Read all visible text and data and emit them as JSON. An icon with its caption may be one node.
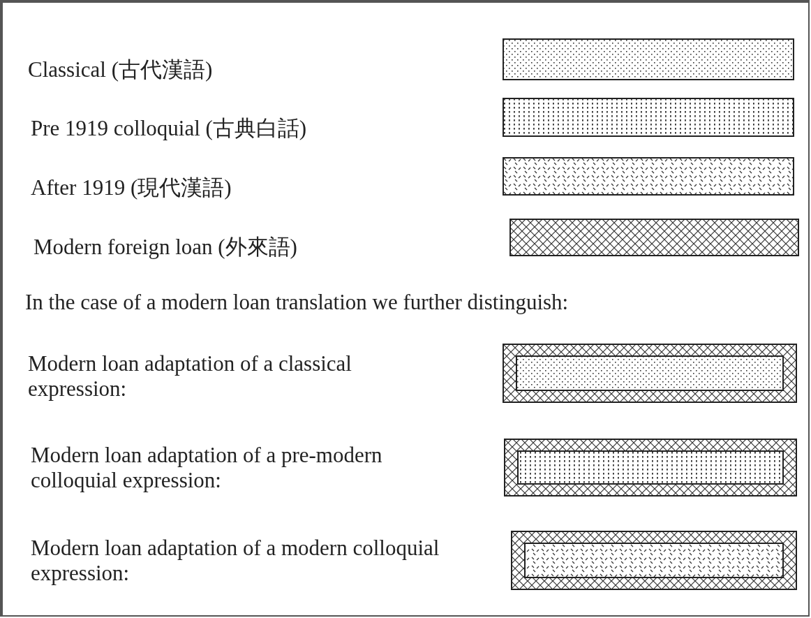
{
  "diagram": {
    "labels": [
      "In the case of a modern loan translation we further distinguish:"
    ],
    "legend": [
      {
        "text": "Classical (古代漢語)"
      },
      {
        "text": "Pre 1919 colloquial (古典白話)"
      },
      {
        "text": "After 1919 (現代漢語)"
      },
      {
        "text": "Modern foreign loan (外來語)"
      },
      {
        "text": "Modern loan adaptation of a classical expression:"
      },
      {
        "text": "Modern loan adaptation of a pre-modern colloquial expression:"
      },
      {
        "text": "Modern loan adaptation of a modern colloquial expression:"
      }
    ]
  }
}
